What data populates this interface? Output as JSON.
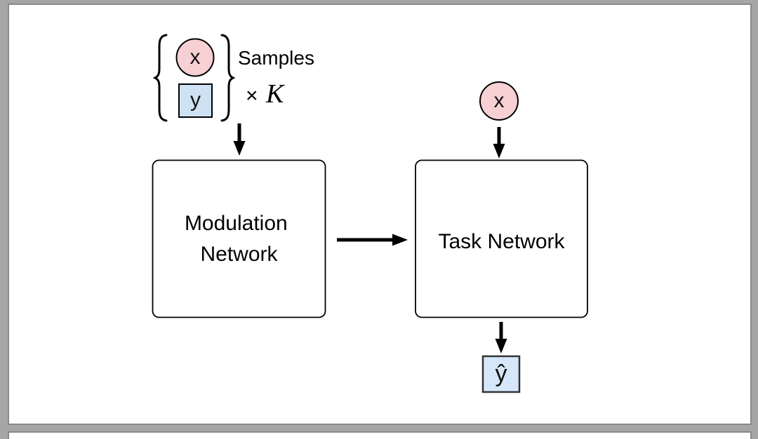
{
  "window": {
    "background_color": "#a6a6a6",
    "page_color": "#ffffff",
    "page_border_color": "#8a8a8a"
  },
  "figure": {
    "samples_group": {
      "x_node_label": "x",
      "y_node_label": "y",
      "caption": "Samples",
      "times_symbol": "×",
      "count_symbol": "K"
    },
    "modulation_box": {
      "line1": "Modulation",
      "line2": "Network"
    },
    "task_box": {
      "label": "Task Network"
    },
    "query_node": {
      "label": "x"
    },
    "output_node": {
      "label": "ŷ"
    },
    "colors": {
      "x_fill": "#f7d0d3",
      "y_fill": "#cfe2f3",
      "output_fill": "#d6e7fa",
      "stroke": "#000000"
    }
  }
}
